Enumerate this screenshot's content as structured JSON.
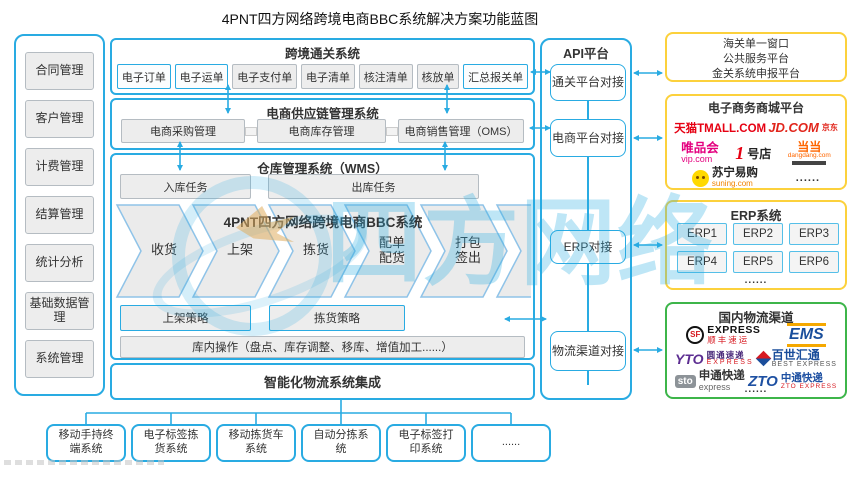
{
  "title": "4PNT四方网络跨境电商BBC系统解决方案功能蓝图",
  "watermark": "四方网络",
  "colors": {
    "accent": "#29abe2",
    "yellow_border": "#fcd13c",
    "green_border": "#3db54a",
    "gray_fill": "#ededed"
  },
  "sidebar": {
    "items": [
      "合同管理",
      "客户管理",
      "计费管理",
      "结算管理",
      "统计分析",
      "基础数据管理",
      "系统管理"
    ]
  },
  "customs": {
    "header": "跨境通关系统",
    "docs": [
      "电子订单",
      "电子运单",
      "电子支付单",
      "电子清单",
      "核注清单",
      "核放单",
      "汇总报关单"
    ]
  },
  "supply": {
    "header": "电商供应链管理系统",
    "modules": [
      "电商采购管理",
      "电商库存管理",
      "电商销售管理（OMS）"
    ]
  },
  "wms": {
    "header": "仓库管理系统（WMS）",
    "inbound": "入库任务",
    "outbound": "出库任务",
    "bbc_title": "4PNT四方网络跨境电商BBC系统",
    "steps": [
      {
        "l1": "收货"
      },
      {
        "l1": "上架"
      },
      {
        "l1": "拣货"
      },
      {
        "l1": "配单",
        "l2": "配货"
      },
      {
        "l1": "打包",
        "l2": "签出"
      }
    ],
    "strategy_putaway": "上架策略",
    "strategy_picking": "拣货策略",
    "operations": "库内操作（盘点、库存调整、移库、增值加工......）"
  },
  "integration": {
    "label": "智能化物流系统集成"
  },
  "api": {
    "header": "API平台",
    "items": [
      "通关平台对接",
      "电商平台对接",
      "ERP对接",
      "物流渠道对接"
    ]
  },
  "customs_platforms": {
    "lines": [
      "海关单一窗口",
      "公共服务平台",
      "金关系统申报平台"
    ]
  },
  "mall": {
    "header": "电子商务商城平台",
    "tmall": "天猫TMALL.COM",
    "jd_main": "JD.COM",
    "jd_sub": "京东",
    "vip_main": "唯品会",
    "vip_sub": "vip.com",
    "yhd_num": "1",
    "yhd_text": "号店",
    "dangdang_main": "当当",
    "dangdang_sub": "dangdang.com",
    "suning_main": "苏宁易购",
    "suning_sub": "suning.com",
    "more": "......"
  },
  "erp": {
    "header": "ERP系统",
    "items": [
      "ERP1",
      "ERP2",
      "ERP3",
      "ERP4",
      "ERP5",
      "ERP6"
    ],
    "more": "......"
  },
  "logistics": {
    "header": "国内物流渠道",
    "sf_badge": "SF",
    "sf_main": "EXPRESS",
    "sf_sub": "顺丰速运",
    "ems": "EMS",
    "yto_badge": "YTO",
    "yto_sub": "圆通速递",
    "yto_sub2": "EXPRESS",
    "best_main": "百世汇通",
    "best_sub": "BEST EXPRESS",
    "sto_badge": "sto",
    "sto_main": "申通快递",
    "sto_sub": "express",
    "zto_badge": "ZTO",
    "zto_main": "中通快递",
    "zto_sub": "ZTO EXPRESS",
    "more": "......"
  },
  "bottom": {
    "items": [
      "移动手持终端系统",
      "电子标签拣货系统",
      "移动拣货车系统",
      "自动分拣系统",
      "电子标签打印系统",
      "......"
    ]
  }
}
